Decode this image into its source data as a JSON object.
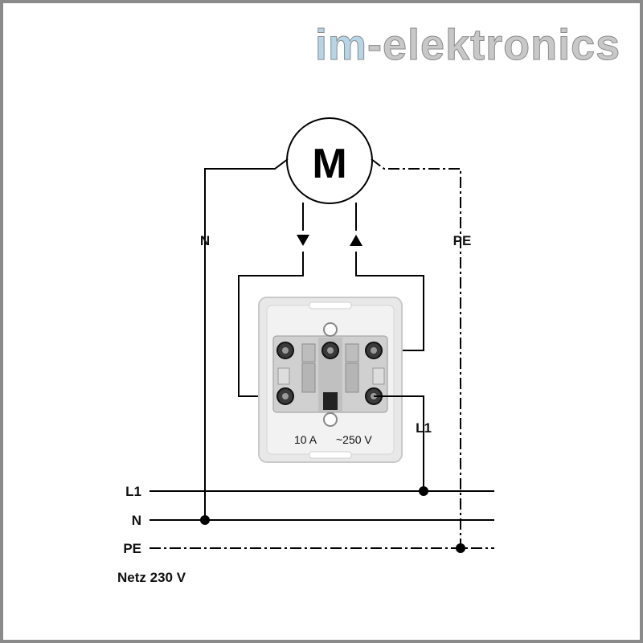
{
  "brand": {
    "part1": "im",
    "part2": "-elektronics",
    "color1": "#b6d6e8",
    "color2": "#c4c4c4"
  },
  "motor": {
    "label": "M"
  },
  "labels": {
    "n_vertical": "N",
    "pe_vertical": "PE",
    "l1_switch": "L1",
    "rating_current": "10 A",
    "rating_voltage": "~250 V",
    "bus_l1": "L1",
    "bus_n": "N",
    "bus_pe": "PE",
    "supply": "Netz 230 V"
  },
  "colors": {
    "wire": "#000000",
    "frame": "#8a8a8a",
    "switch_body": "#e6e6e6"
  }
}
